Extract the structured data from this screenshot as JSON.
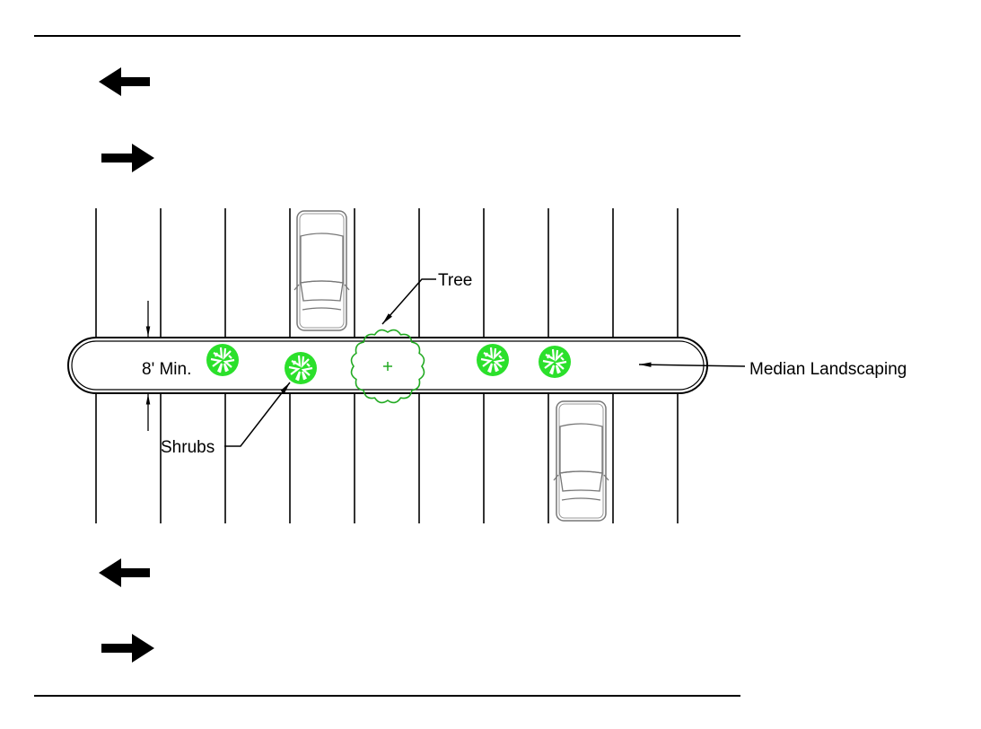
{
  "labels": {
    "width": "8' Min.",
    "tree": "Tree",
    "shrubs": "Shrubs",
    "median": "Median Landscaping"
  },
  "colors": {
    "plant": "#22dd22",
    "tree": "#22aa22",
    "line": "#000000",
    "car": "#777777"
  }
}
